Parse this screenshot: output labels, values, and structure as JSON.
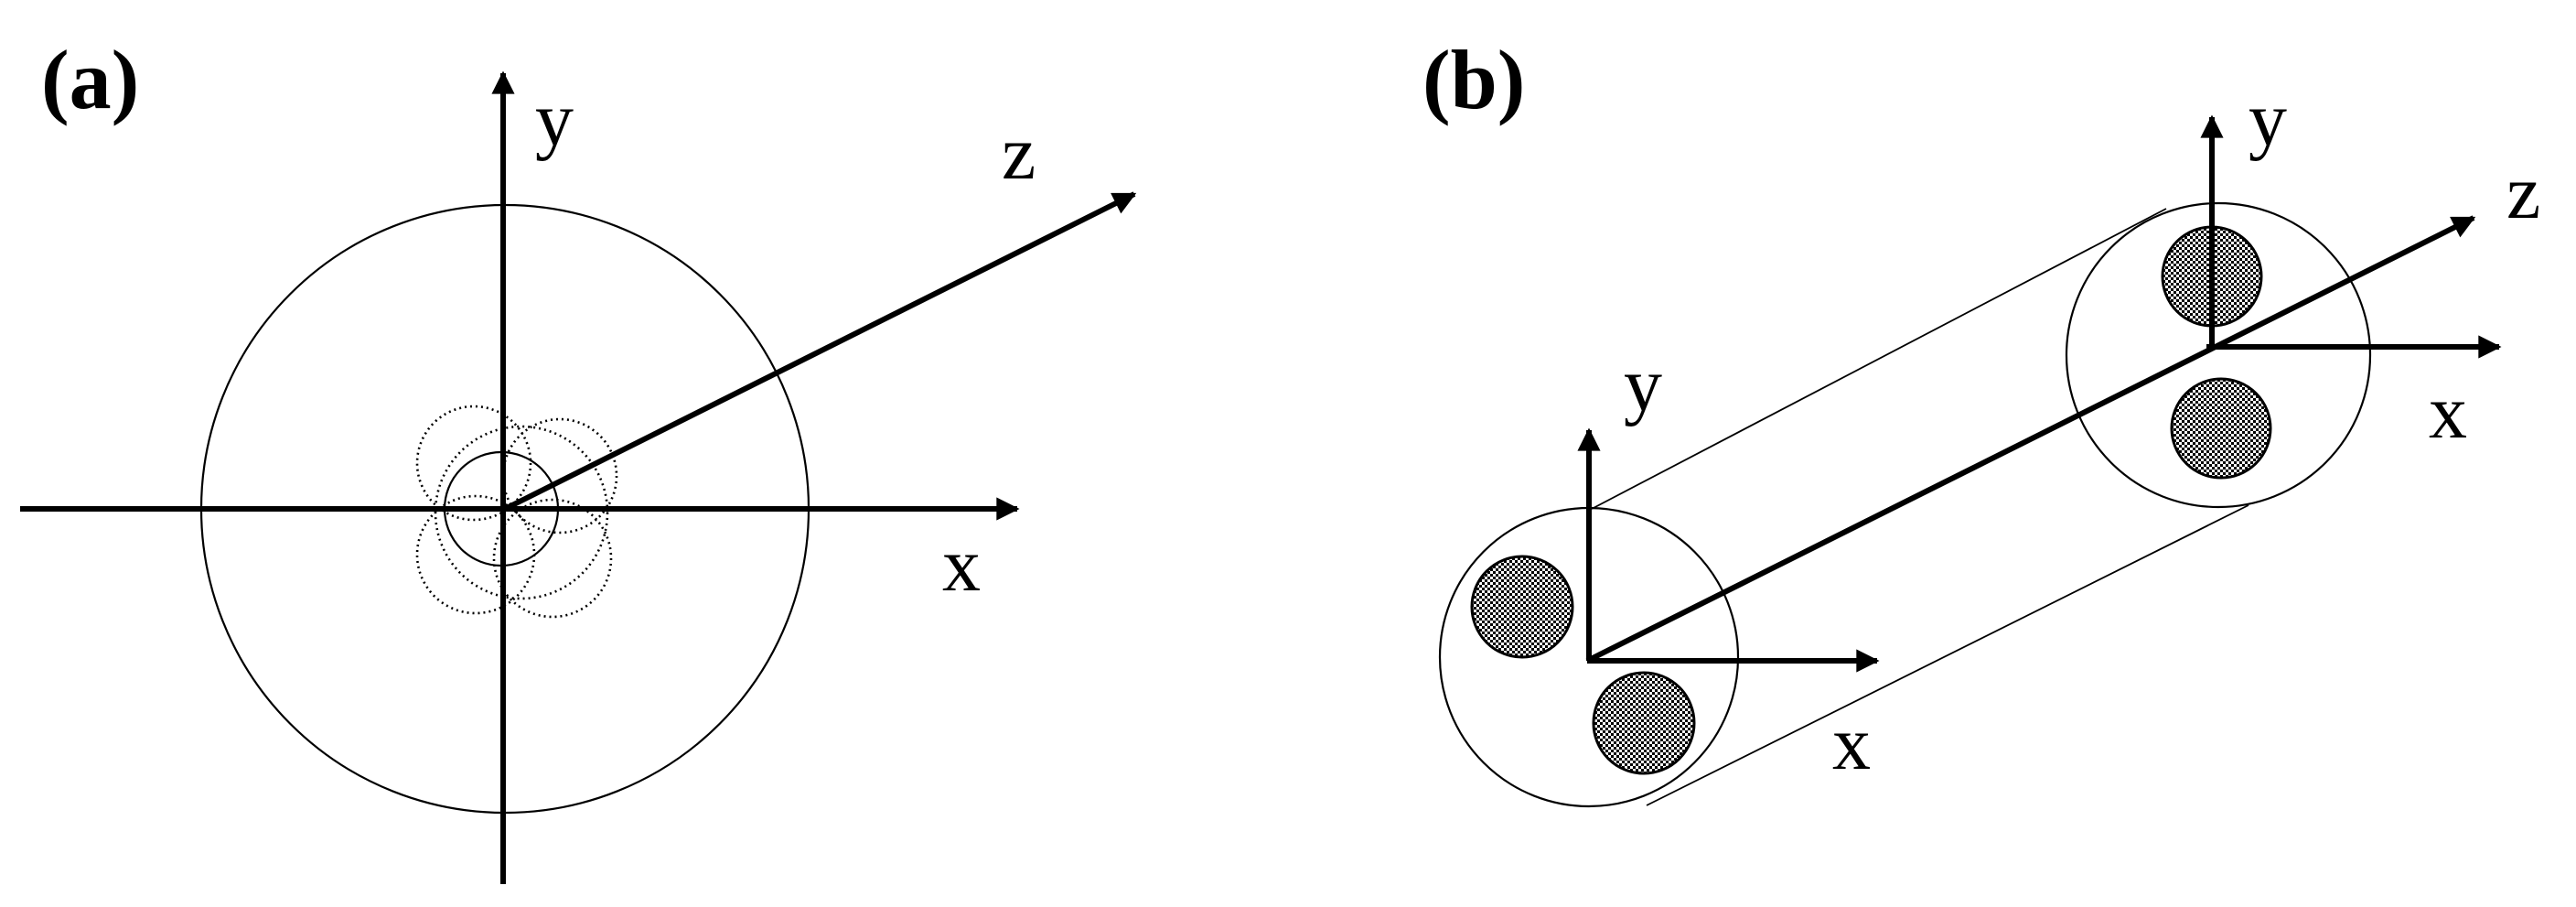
{
  "figure": {
    "panel_a": {
      "label": "(a)",
      "axis_labels": {
        "x": "x",
        "y": "y",
        "z": "z"
      }
    },
    "panel_b": {
      "label": "(b)",
      "axis_labels_near": {
        "x": "x",
        "y": "y"
      },
      "axis_labels_far": {
        "x": "x",
        "y": "y",
        "z": "z"
      }
    }
  }
}
